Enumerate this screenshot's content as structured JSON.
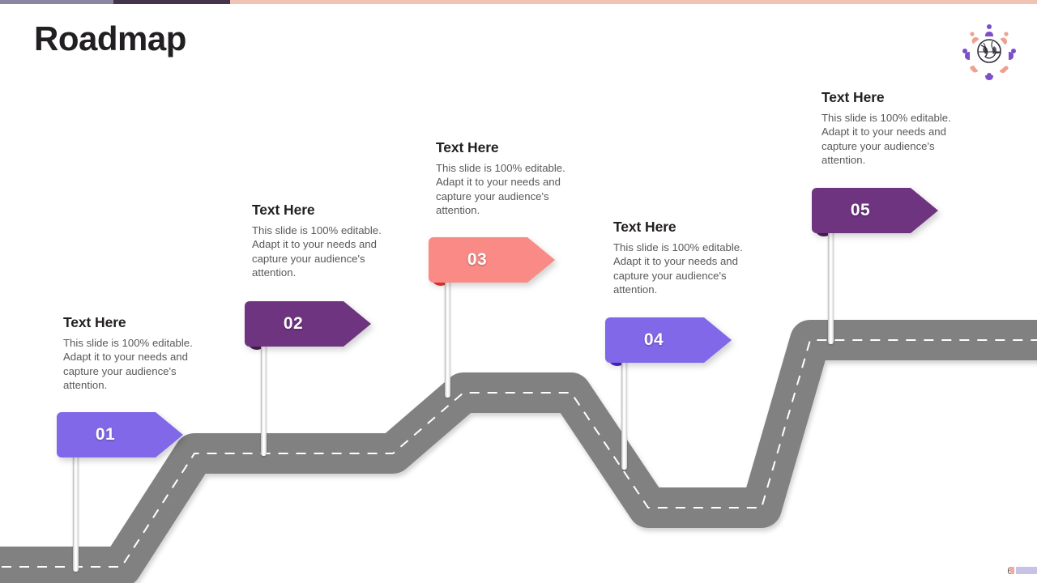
{
  "slide": {
    "title": "Roadmap",
    "page_number": "6",
    "logo_name": "globe-people-logo"
  },
  "topbar": {
    "segment_colors": [
      "#8d86a2",
      "#453449",
      "#f0c3b4"
    ]
  },
  "colors": {
    "road": "#818181",
    "road_dash": "#ffffff",
    "flag_light_purple": "#8068e8",
    "flag_light_purple_fold": "#4b27cf",
    "flag_dark_purple": "#6e3480",
    "flag_dark_purple_fold": "#4a2157",
    "flag_salmon": "#f98a85",
    "flag_salmon_fold": "#ee3b33",
    "title_text": "#231f20",
    "body_text": "#58595b"
  },
  "milestones": [
    {
      "number": "01",
      "title": "Text Here",
      "body": "This slide is 100% editable. Adapt it to your needs and capture your audience's attention.",
      "flag_color": "#8068e8",
      "fold_color": "#4b27cf"
    },
    {
      "number": "02",
      "title": "Text Here",
      "body": "This slide is 100% editable. Adapt it to your needs and capture your audience's attention.",
      "flag_color": "#6e3480",
      "fold_color": "#4a2157"
    },
    {
      "number": "03",
      "title": "Text Here",
      "body": "This slide is 100% editable. Adapt it to your needs and capture your audience's attention.",
      "flag_color": "#f98a85",
      "fold_color": "#ee3b33"
    },
    {
      "number": "04",
      "title": "Text Here",
      "body": "This slide is 100% editable. Adapt it to your needs and capture your audience's attention.",
      "flag_color": "#8068e8",
      "fold_color": "#4b27cf"
    },
    {
      "number": "05",
      "title": "Text Here",
      "body": "This slide is 100% editable. Adapt it to your needs and capture your audience's attention.",
      "flag_color": "#6e3480",
      "fold_color": "#4a2157"
    }
  ]
}
